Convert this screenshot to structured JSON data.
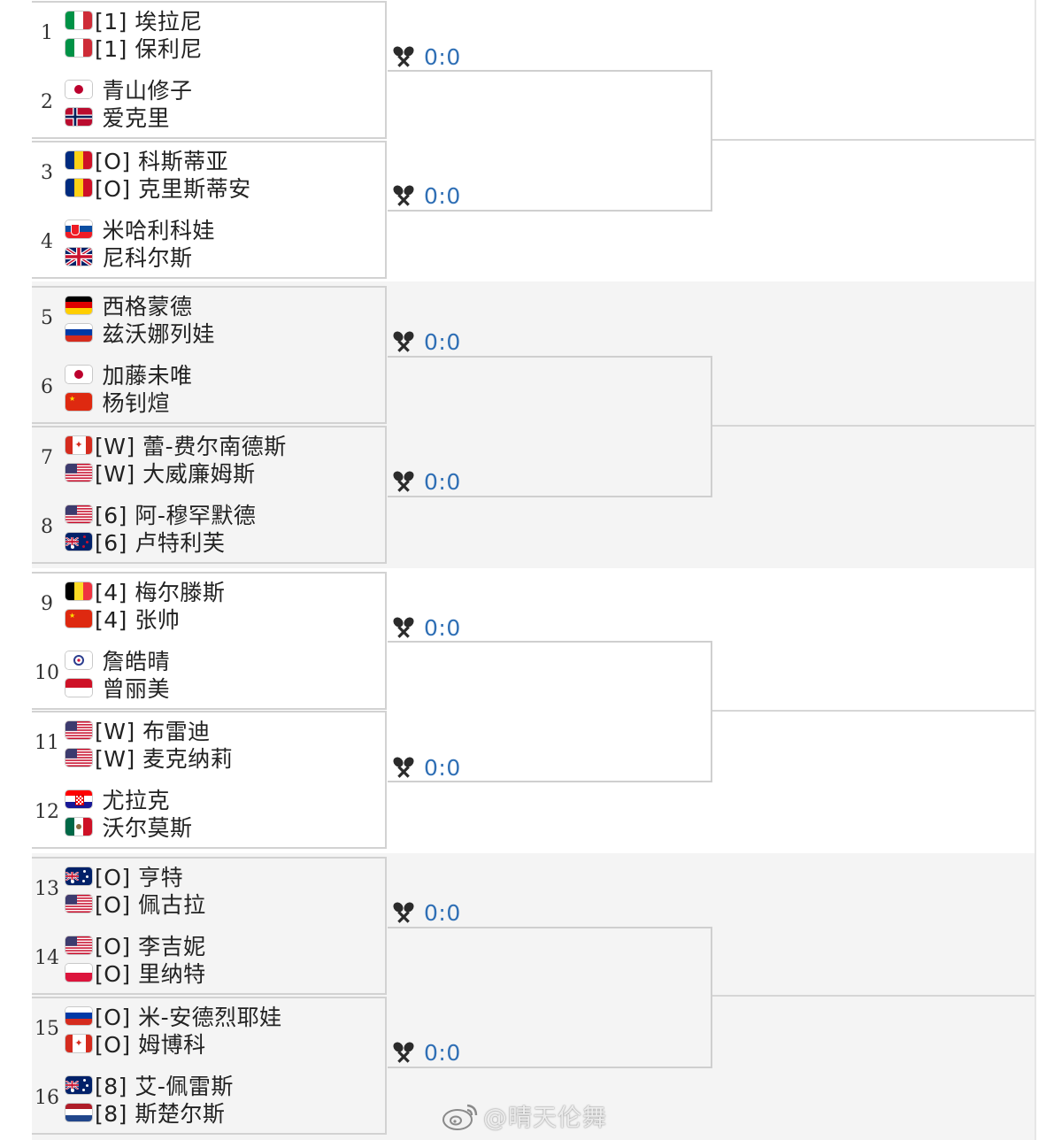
{
  "entries": [
    {
      "seed": "1",
      "players": [
        {
          "name": "[1] 埃拉尼",
          "flag": "IT"
        },
        {
          "name": "[1] 保利尼",
          "flag": "IT"
        }
      ]
    },
    {
      "seed": "2",
      "players": [
        {
          "name": " 青山修子",
          "flag": "JP"
        },
        {
          "name": " 爱克里",
          "flag": "NO"
        }
      ]
    },
    {
      "seed": "3",
      "players": [
        {
          "name": "[O] 科斯蒂亚",
          "flag": "RO"
        },
        {
          "name": "[O] 克里斯蒂安",
          "flag": "RO"
        }
      ]
    },
    {
      "seed": "4",
      "players": [
        {
          "name": " 米哈利科娃",
          "flag": "SK"
        },
        {
          "name": " 尼科尔斯",
          "flag": "GB"
        }
      ]
    },
    {
      "seed": "5",
      "players": [
        {
          "name": " 西格蒙德",
          "flag": "DE"
        },
        {
          "name": " 兹沃娜列娃",
          "flag": "RU"
        }
      ]
    },
    {
      "seed": "6",
      "players": [
        {
          "name": " 加藤未唯",
          "flag": "JP"
        },
        {
          "name": " 杨钊煊",
          "flag": "CN"
        }
      ]
    },
    {
      "seed": "7",
      "players": [
        {
          "name": "[W] 蕾-费尔南德斯",
          "flag": "CA"
        },
        {
          "name": "[W] 大威廉姆斯",
          "flag": "US"
        }
      ]
    },
    {
      "seed": "8",
      "players": [
        {
          "name": "[6] 阿-穆罕默德",
          "flag": "US"
        },
        {
          "name": "[6] 卢特利芙",
          "flag": "NZ"
        }
      ]
    },
    {
      "seed": "9",
      "players": [
        {
          "name": "[4] 梅尔滕斯",
          "flag": "BE"
        },
        {
          "name": "[4] 张帅",
          "flag": "CN"
        }
      ]
    },
    {
      "seed": "10",
      "players": [
        {
          "name": " 詹皓晴",
          "flag": "TPE"
        },
        {
          "name": " 曾丽美",
          "flag": "ID"
        }
      ]
    },
    {
      "seed": "11",
      "players": [
        {
          "name": "[W] 布雷迪",
          "flag": "US"
        },
        {
          "name": "[W] 麦克纳莉",
          "flag": "US"
        }
      ]
    },
    {
      "seed": "12",
      "players": [
        {
          "name": " 尤拉克",
          "flag": "HR"
        },
        {
          "name": " 沃尔莫斯",
          "flag": "MX"
        }
      ]
    },
    {
      "seed": "13",
      "players": [
        {
          "name": "[O] 亨特",
          "flag": "AU"
        },
        {
          "name": "[O] 佩古拉",
          "flag": "US"
        }
      ]
    },
    {
      "seed": "14",
      "players": [
        {
          "name": "[O] 李吉妮",
          "flag": "US"
        },
        {
          "name": "[O] 里纳特",
          "flag": "PL"
        }
      ]
    },
    {
      "seed": "15",
      "players": [
        {
          "name": "[O] 米-安德烈耶娃",
          "flag": "RU"
        },
        {
          "name": "[O] 姆博科",
          "flag": "CA"
        }
      ]
    },
    {
      "seed": "16",
      "players": [
        {
          "name": "[8] 艾-佩雷斯",
          "flag": "AU"
        },
        {
          "name": "[8] 斯楚尔斯",
          "flag": "NL"
        }
      ]
    }
  ],
  "scores": [
    "0:0",
    "0:0",
    "0:0",
    "0:0",
    "0:0",
    "0:0",
    "0:0",
    "0:0"
  ],
  "score_icon": "crossed-rackets-icon",
  "watermark": "@晴天伦舞",
  "colors": {
    "score": "#2f6fb5",
    "border": "#d2d2d2",
    "group_grey": "#f4f4f4"
  }
}
